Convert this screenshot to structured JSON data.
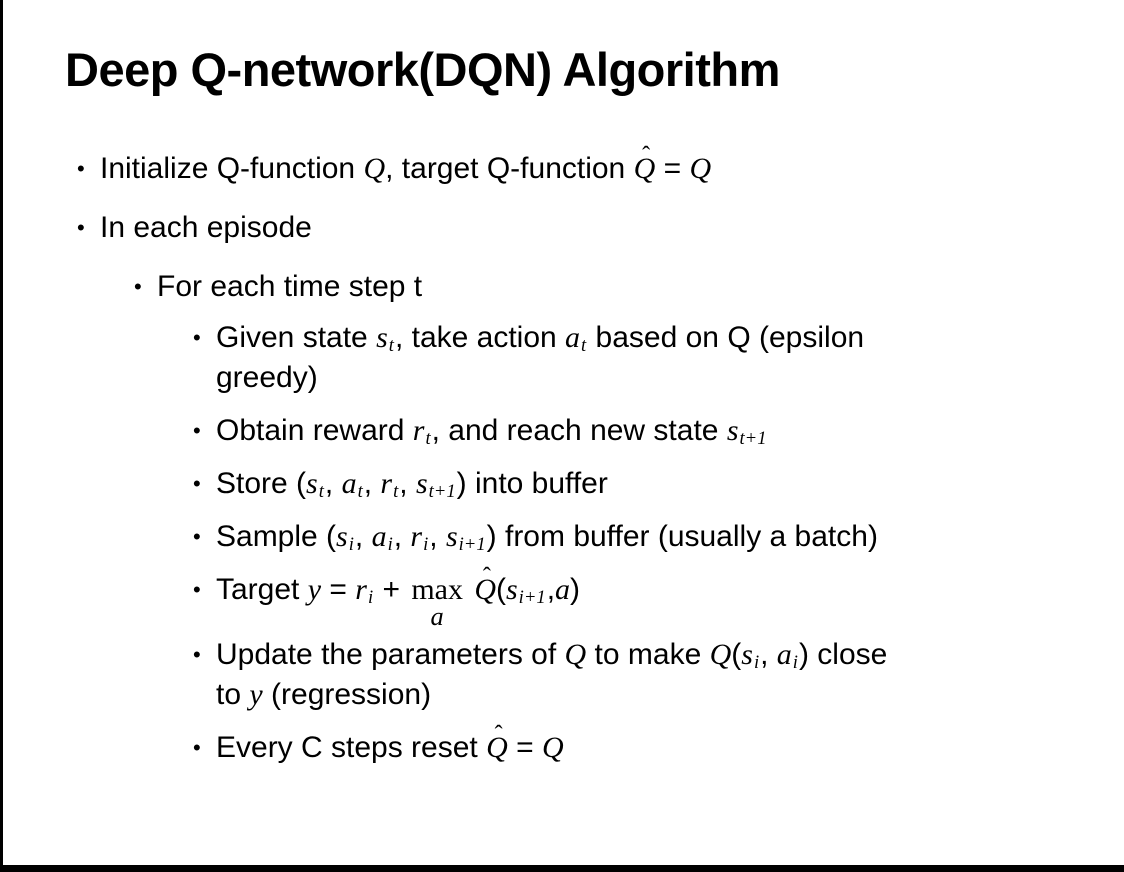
{
  "slide": {
    "title": "Deep Q-network(DQN) Algorithm",
    "bullets": [
      {
        "indent": 0,
        "parts": [
          {
            "t": "Initialize Q-function "
          },
          {
            "m": "Q"
          },
          {
            "t": ", target Q-function "
          },
          {
            "h": "Q"
          },
          {
            "t": " = "
          },
          {
            "m": "Q"
          }
        ]
      },
      {
        "indent": 0,
        "parts": [
          {
            "t": "In each episode"
          }
        ]
      },
      {
        "indent": 1,
        "parts": [
          {
            "t": "For each time step t"
          }
        ]
      },
      {
        "indent": 2,
        "parts": [
          {
            "t": "Given state "
          },
          {
            "m": "s",
            "sub": "t"
          },
          {
            "t": ", take action "
          },
          {
            "m": "a",
            "sub": "t"
          },
          {
            "t": " based on Q (epsilon"
          },
          {
            "br": true
          },
          {
            "t": "greedy)"
          }
        ]
      },
      {
        "indent": 2,
        "parts": [
          {
            "t": "Obtain reward "
          },
          {
            "m": "r",
            "sub": "t"
          },
          {
            "t": ", and reach new state "
          },
          {
            "m": "s",
            "sub": "t+1"
          }
        ]
      },
      {
        "indent": 2,
        "parts": [
          {
            "t": "Store ("
          },
          {
            "m": "s",
            "sub": "t"
          },
          {
            "t": ", "
          },
          {
            "m": "a",
            "sub": "t"
          },
          {
            "t": ", "
          },
          {
            "m": "r",
            "sub": "t"
          },
          {
            "t": ", "
          },
          {
            "m": "s",
            "sub": "t+1"
          },
          {
            "t": ") into buffer"
          }
        ]
      },
      {
        "indent": 2,
        "parts": [
          {
            "t": "Sample ("
          },
          {
            "m": "s",
            "sub": "i"
          },
          {
            "t": ", "
          },
          {
            "m": "a",
            "sub": "i"
          },
          {
            "t": ", "
          },
          {
            "m": "r",
            "sub": "i"
          },
          {
            "t": ", "
          },
          {
            "m": "s",
            "sub": "i+1"
          },
          {
            "t": ") from buffer (usually a batch)"
          }
        ]
      },
      {
        "indent": 2,
        "parts": [
          {
            "t": "Target "
          },
          {
            "m": "y"
          },
          {
            "t": " = "
          },
          {
            "m": "r",
            "sub": "i"
          },
          {
            "t": " + "
          },
          {
            "max": "a"
          },
          {
            "t": " "
          },
          {
            "h": "Q"
          },
          {
            "t": "("
          },
          {
            "m": "s",
            "sub": "i+1"
          },
          {
            "t": ","
          },
          {
            "m": "a"
          },
          {
            "t": ")"
          }
        ]
      },
      {
        "indent": 2,
        "parts": [
          {
            "t": "Update the parameters of "
          },
          {
            "m": "Q"
          },
          {
            "t": " to make "
          },
          {
            "m": "Q"
          },
          {
            "t": "("
          },
          {
            "m": "s",
            "sub": "i"
          },
          {
            "t": ", "
          },
          {
            "m": "a",
            "sub": "i"
          },
          {
            "t": ") close"
          },
          {
            "br": true
          },
          {
            "t": "to "
          },
          {
            "m": "y"
          },
          {
            "t": " (regression)"
          }
        ]
      },
      {
        "indent": 2,
        "parts": [
          {
            "t": "Every C steps reset "
          },
          {
            "h": "Q"
          },
          {
            "t": " = "
          },
          {
            "m": "Q"
          }
        ]
      }
    ],
    "bullet_glyph": "•"
  },
  "colors": {
    "background": "#ffffff",
    "text": "#000000",
    "border": "#000000"
  }
}
